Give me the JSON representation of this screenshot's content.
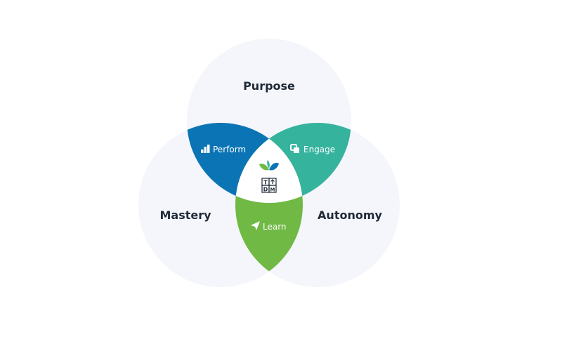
{
  "circles": {
    "top": {
      "label": "Purpose"
    },
    "left": {
      "label": "Mastery"
    },
    "right": {
      "label": "Autonomy"
    }
  },
  "petals": {
    "perform": {
      "label": "Perform",
      "icon": "perform-icon"
    },
    "engage": {
      "label": "Engage",
      "icon": "engage-icon"
    },
    "learn": {
      "label": "Learn",
      "icon": "learn-icon"
    }
  },
  "center_logo": {
    "icon": "sprout-icon",
    "blocks": [
      "T",
      "",
      "D",
      "M"
    ]
  },
  "colors": {
    "circle_fill": "#f5f6fb",
    "perform": "#0b74b4",
    "engage": "#35b39d",
    "learn": "#70b944",
    "center": "#ffffff",
    "text": "#1f2a37"
  }
}
